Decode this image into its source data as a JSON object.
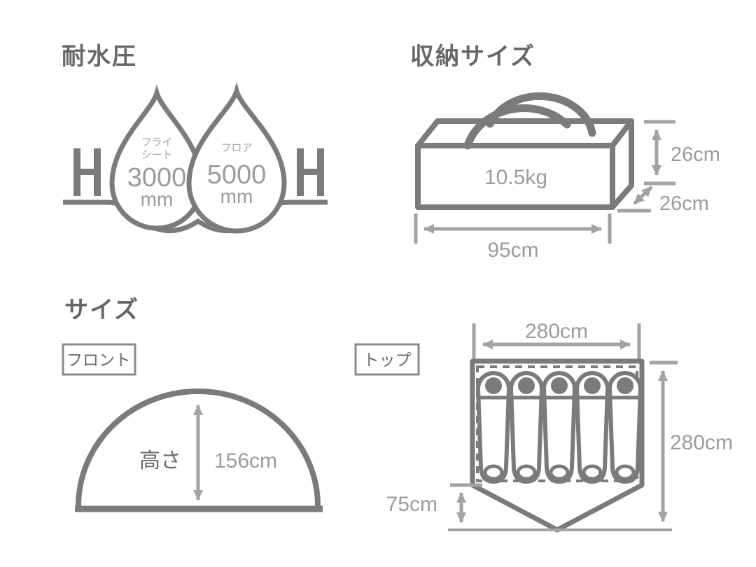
{
  "water_resistance": {
    "title": "耐水圧",
    "flysheet": {
      "label_line1": "フライ",
      "label_line2": "シート",
      "value": "3000",
      "unit": "mm"
    },
    "floor": {
      "label": "フロア",
      "value": "5000",
      "unit": "mm"
    }
  },
  "storage": {
    "title": "収納サイズ",
    "weight": "10.5kg",
    "height": "26cm",
    "depth": "26cm",
    "width": "95cm"
  },
  "size": {
    "title": "サイズ",
    "front_view_label": "フロント",
    "height_label": "高さ",
    "height_value": "156cm",
    "top_view_label": "トップ",
    "top_width": "280cm",
    "top_depth": "280cm",
    "vestibule_depth": "75cm"
  },
  "colors": {
    "heading": "#676767",
    "line": "#7b7b7b",
    "dimension": "#a3a3a3",
    "dimension_text": "#9c9c9c",
    "background": "#ffffff"
  }
}
